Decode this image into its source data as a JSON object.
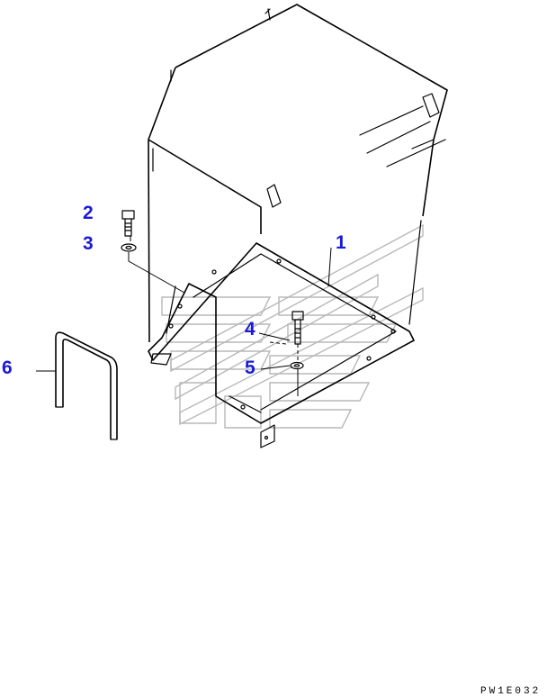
{
  "colors": {
    "callout": "#1a1ad6",
    "line": "#000000",
    "watermark": "#b8b8b8"
  },
  "callouts": [
    {
      "id": "1",
      "label": "1"
    },
    {
      "id": "2",
      "label": "2"
    },
    {
      "id": "3",
      "label": "3"
    },
    {
      "id": "4",
      "label": "4"
    },
    {
      "id": "5",
      "label": "5"
    },
    {
      "id": "6",
      "label": "6"
    }
  ],
  "drawing_code": "PW1E032"
}
